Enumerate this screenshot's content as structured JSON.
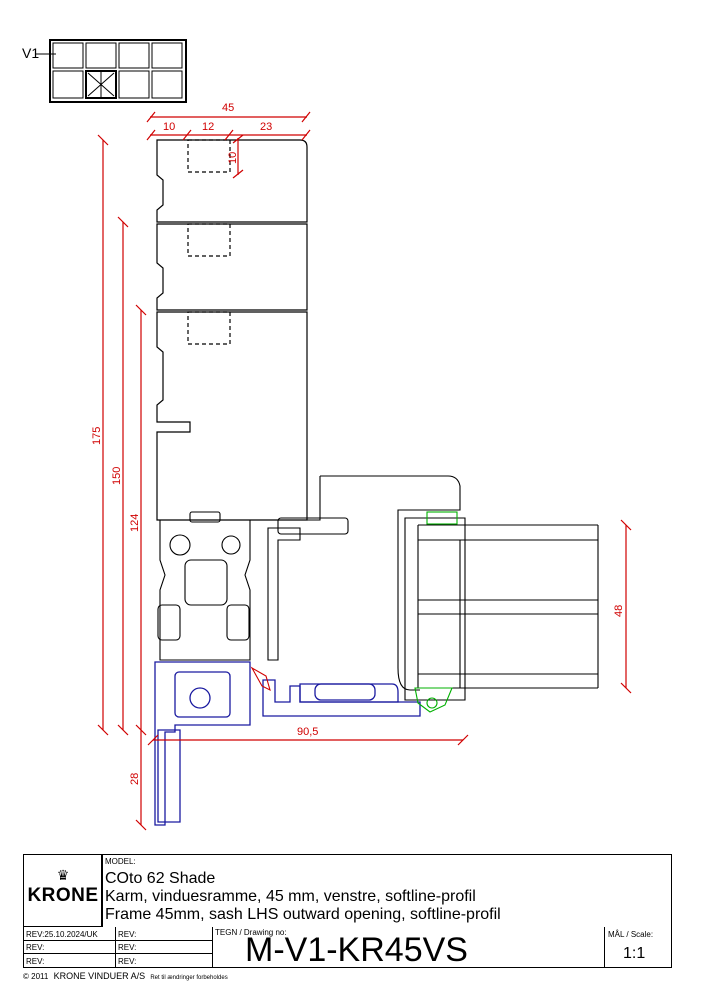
{
  "header": {
    "view_label": "V1"
  },
  "dimensions": {
    "width_total": "45",
    "w10a": "10",
    "w12": "12",
    "w23": "23",
    "h10": "10",
    "h175": "175",
    "h150": "150",
    "h124": "124",
    "h28": "28",
    "w90": "90,5",
    "h48": "48"
  },
  "titleblock": {
    "brand": "KRONE",
    "model_label": "MODEL:",
    "model": "COto 62 Shade",
    "desc_da": "Karm, vinduesramme, 45 mm, venstre, softline-profil",
    "desc_en": "Frame 45mm, sash LHS outward opening, softline-profil",
    "rev1": "REV:25.10.2024/UK",
    "rev_label": "REV:",
    "drawing_label": "TEGN / Drawing no:",
    "drawing_no": "M-V1-KR45VS",
    "scale_label": "MÅL / Scale:",
    "scale": "1:1"
  },
  "footer": {
    "copyright": "© 2011",
    "company": "KRONE VINDUER A/S",
    "note": "Ret til ændringer forbeholdes"
  },
  "colors": {
    "dimension": "#d00000",
    "frame_profile": "#1a1aa0",
    "gasket": "#00b000",
    "line": "#000000"
  }
}
